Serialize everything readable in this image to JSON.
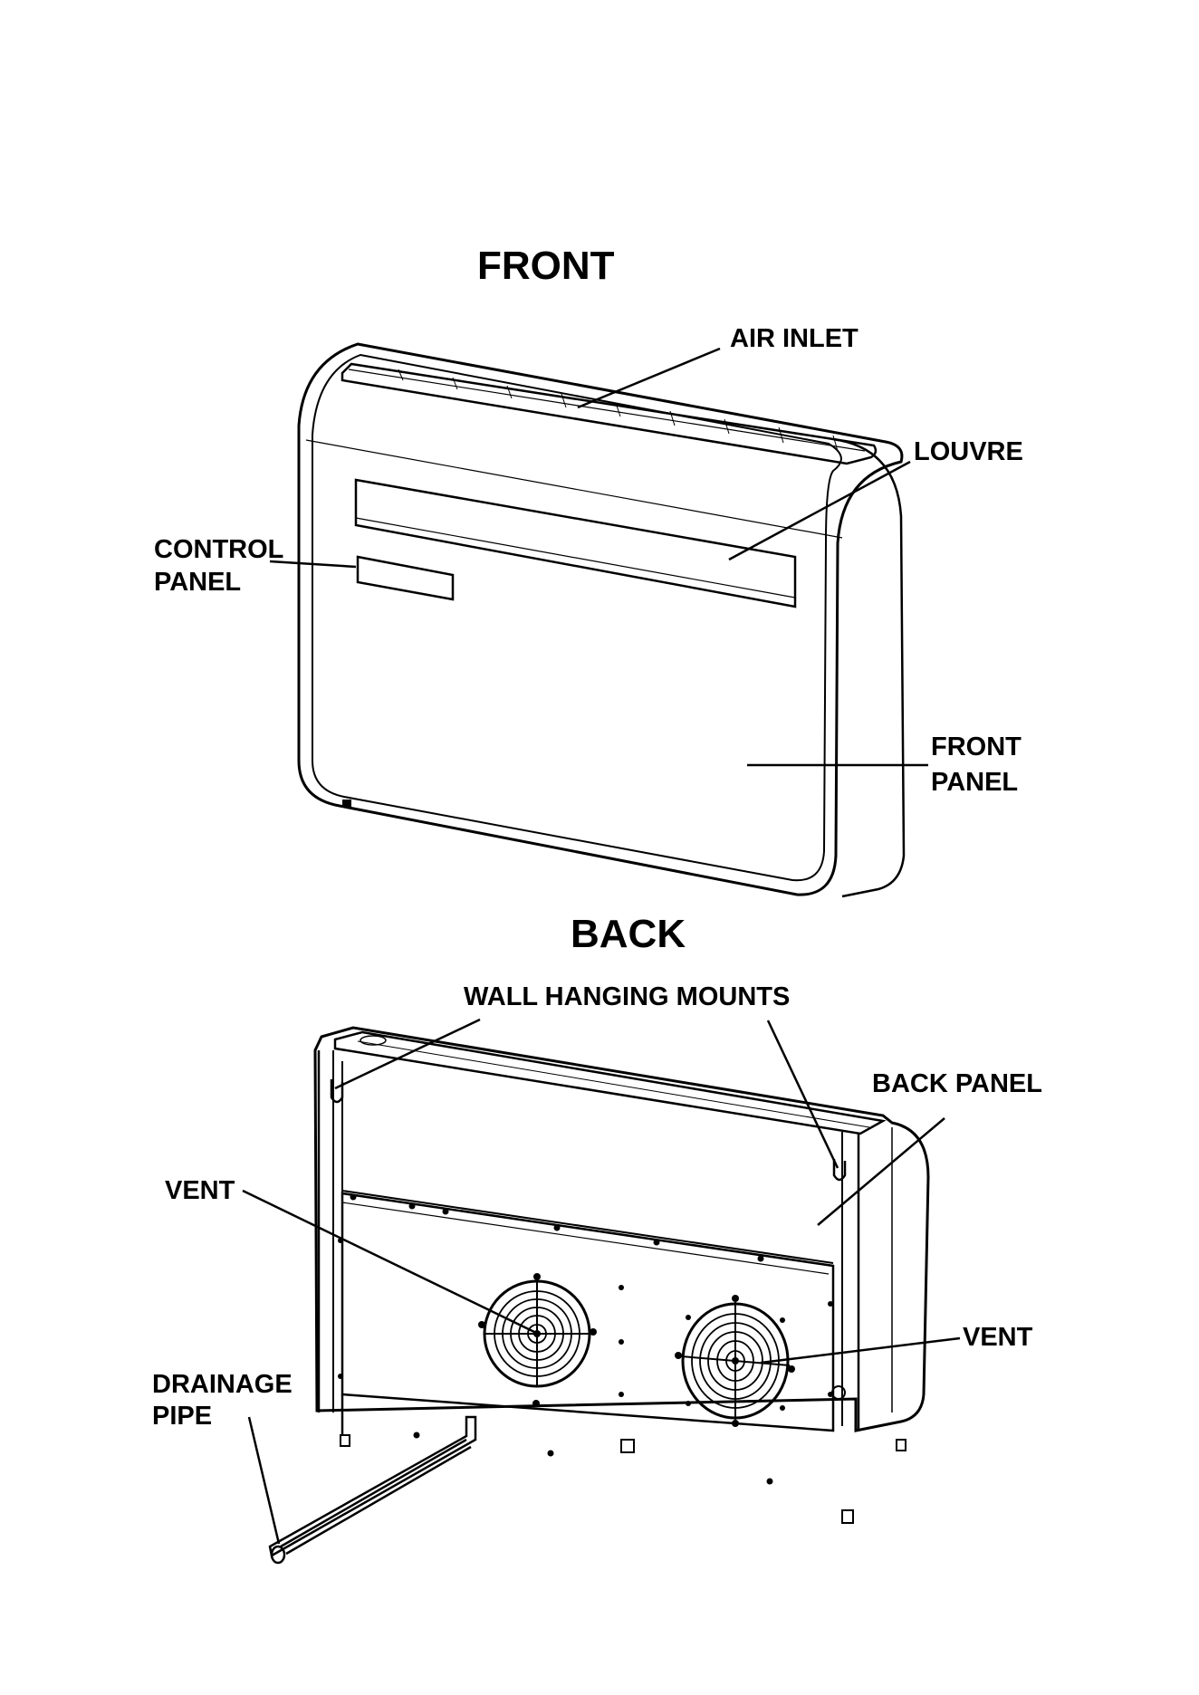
{
  "front": {
    "title": "FRONT",
    "labels": {
      "air_inlet": "AIR INLET",
      "louvre": "LOUVRE",
      "control_panel_line1": "CONTROL",
      "control_panel_line2": "PANEL",
      "front_panel_line1": "FRONT",
      "front_panel_line2": "PANEL"
    }
  },
  "back": {
    "title": "BACK",
    "labels": {
      "wall_hanging_mounts": "WALL HANGING MOUNTS",
      "back_panel": "BACK PANEL",
      "vent_left": "VENT",
      "vent_right": "VENT",
      "drainage_pipe_line1": "DRAINAGE",
      "drainage_pipe_line2": "PIPE"
    }
  }
}
